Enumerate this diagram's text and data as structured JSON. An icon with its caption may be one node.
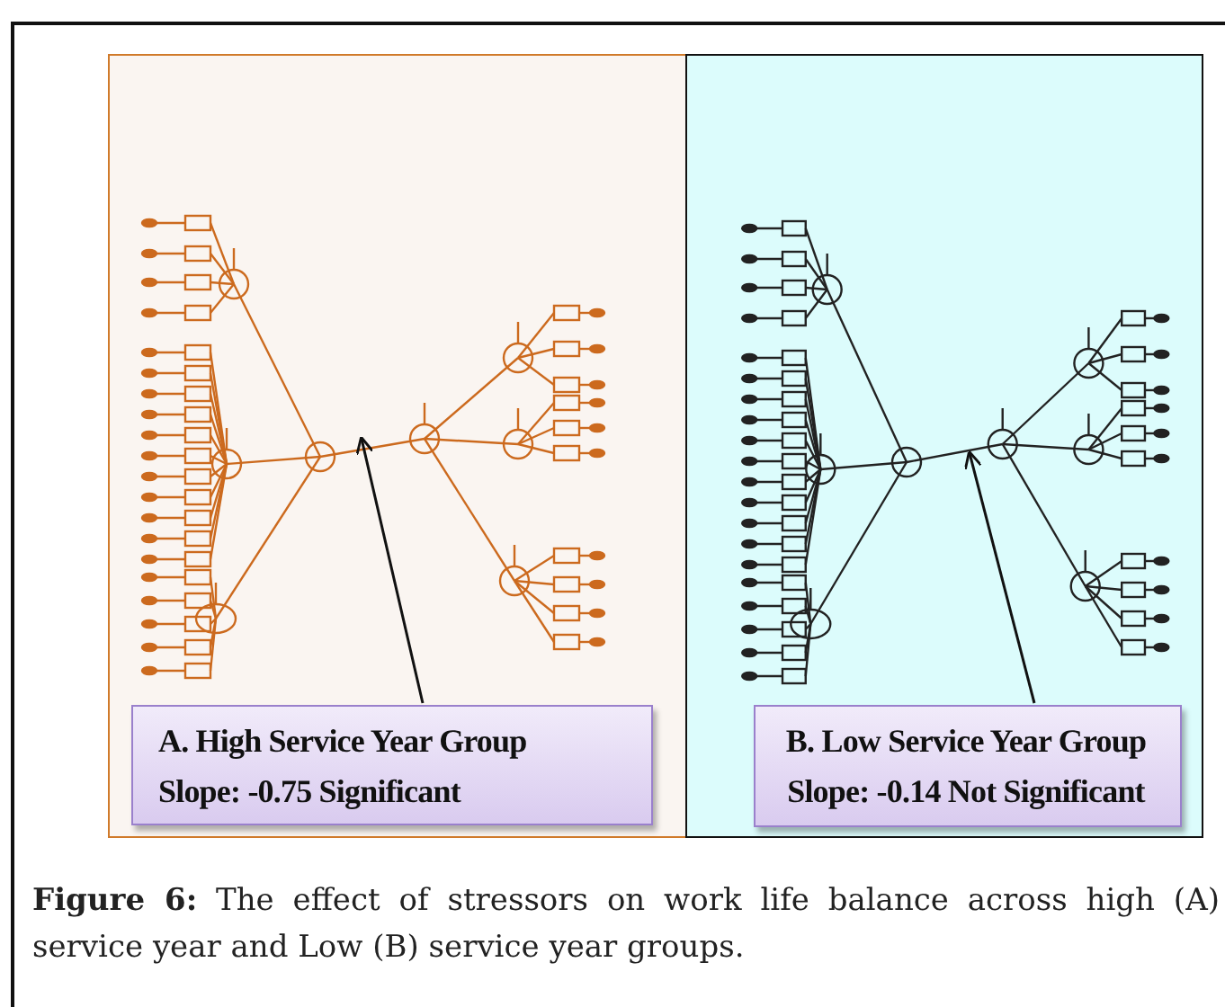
{
  "diagram": {
    "caption": "**Figure 6:** The effect of stressors on work life balance across high (A) service year and Low (B) service year groups.",
    "nodes": [
      {
        "text": [],
        "shape": "box"
      },
      {
        "text": [
          "A. High Service Year Group",
          "Slope: -0.75 Significant"
        ],
        "in": 0
      },
      {
        "text": [],
        "shape": "box"
      },
      {
        "text": [
          "B. Low Service Year Group",
          "Slope: -0.14 Not Significant"
        ],
        "in": 2
      }
    ],
    "edges": [
      {
        "from": 1,
        "to": null,
        "arrow": "to"
      },
      {
        "from": 3,
        "to": null,
        "arrow": "to"
      }
    ]
  }
}
